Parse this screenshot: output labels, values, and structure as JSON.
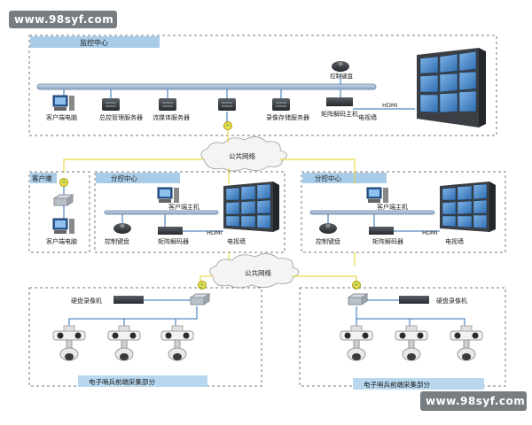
{
  "watermark": {
    "top": "www.98syf.com",
    "bottom": "www.98syf.com"
  },
  "colors": {
    "dash": "#7a7a7a",
    "section_title_bg": "#a9cde9",
    "caption_bg": "#b9d8ef",
    "bus": "#9bb5d1",
    "line": "#2a6db5",
    "lan": "#e8d84a",
    "screen": "#4a86c8",
    "device": "#3a3f45"
  },
  "monitor_center": {
    "title": "监控中心",
    "keyboard": "控制键盘",
    "client_pc": "客户端电脑",
    "mgmt_server": "总控管理服务器",
    "media_server": "流媒体服务器",
    "storage_server": "录像存储服务器",
    "matrix_decoder": "矩阵解码主机",
    "hdmi": "HDMI",
    "tv_wall": "电视墙"
  },
  "public_net": {
    "label": "公共网络"
  },
  "client_box": {
    "title": "客户端",
    "client_pc": "客户端电脑"
  },
  "sub_centers": [
    {
      "title": "分控中心",
      "host": "客户端主机",
      "keyboard": "控制键盘",
      "decoder": "矩阵解码器",
      "hdmi": "HDMI",
      "tv_wall": "电视墙"
    },
    {
      "title": "分控中心",
      "host": "客户端主机",
      "keyboard": "控制键盘",
      "decoder": "矩阵解码器",
      "hdmi": "HDMI",
      "tv_wall": "电视墙"
    }
  ],
  "front_ends": [
    {
      "nvr": "硬盘录像机",
      "caption": "电子哨兵前端采集部分"
    },
    {
      "nvr": "硬盘录像机",
      "caption": "电子哨兵前端采集部分"
    }
  ]
}
